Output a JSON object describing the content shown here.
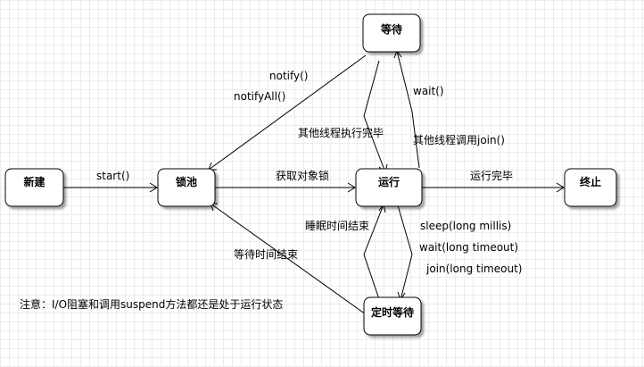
{
  "nodes": {
    "new": "新建",
    "lock_pool": "锁池",
    "running": "运行",
    "terminated": "终止",
    "waiting": "等待",
    "timed_waiting": "定时等待"
  },
  "edges": {
    "start": "start()",
    "get_lock": "获取对象锁",
    "run_done": "运行完毕",
    "notify": "notify()",
    "notify_all": "notifyAll()",
    "other_done": "其他线程执行完毕",
    "wait": "wait()",
    "join": "其他线程调用join()",
    "sleep_end": "睡眠时间结束",
    "sleep": "sleep(long millis)",
    "wait_timeout": "wait(long timeout)",
    "join_timeout": "join(long timeout)",
    "timed_wait_end": "等待时间结束"
  },
  "note": "注意：I/O阻塞和调用suspend方法都还是处于运行状态"
}
